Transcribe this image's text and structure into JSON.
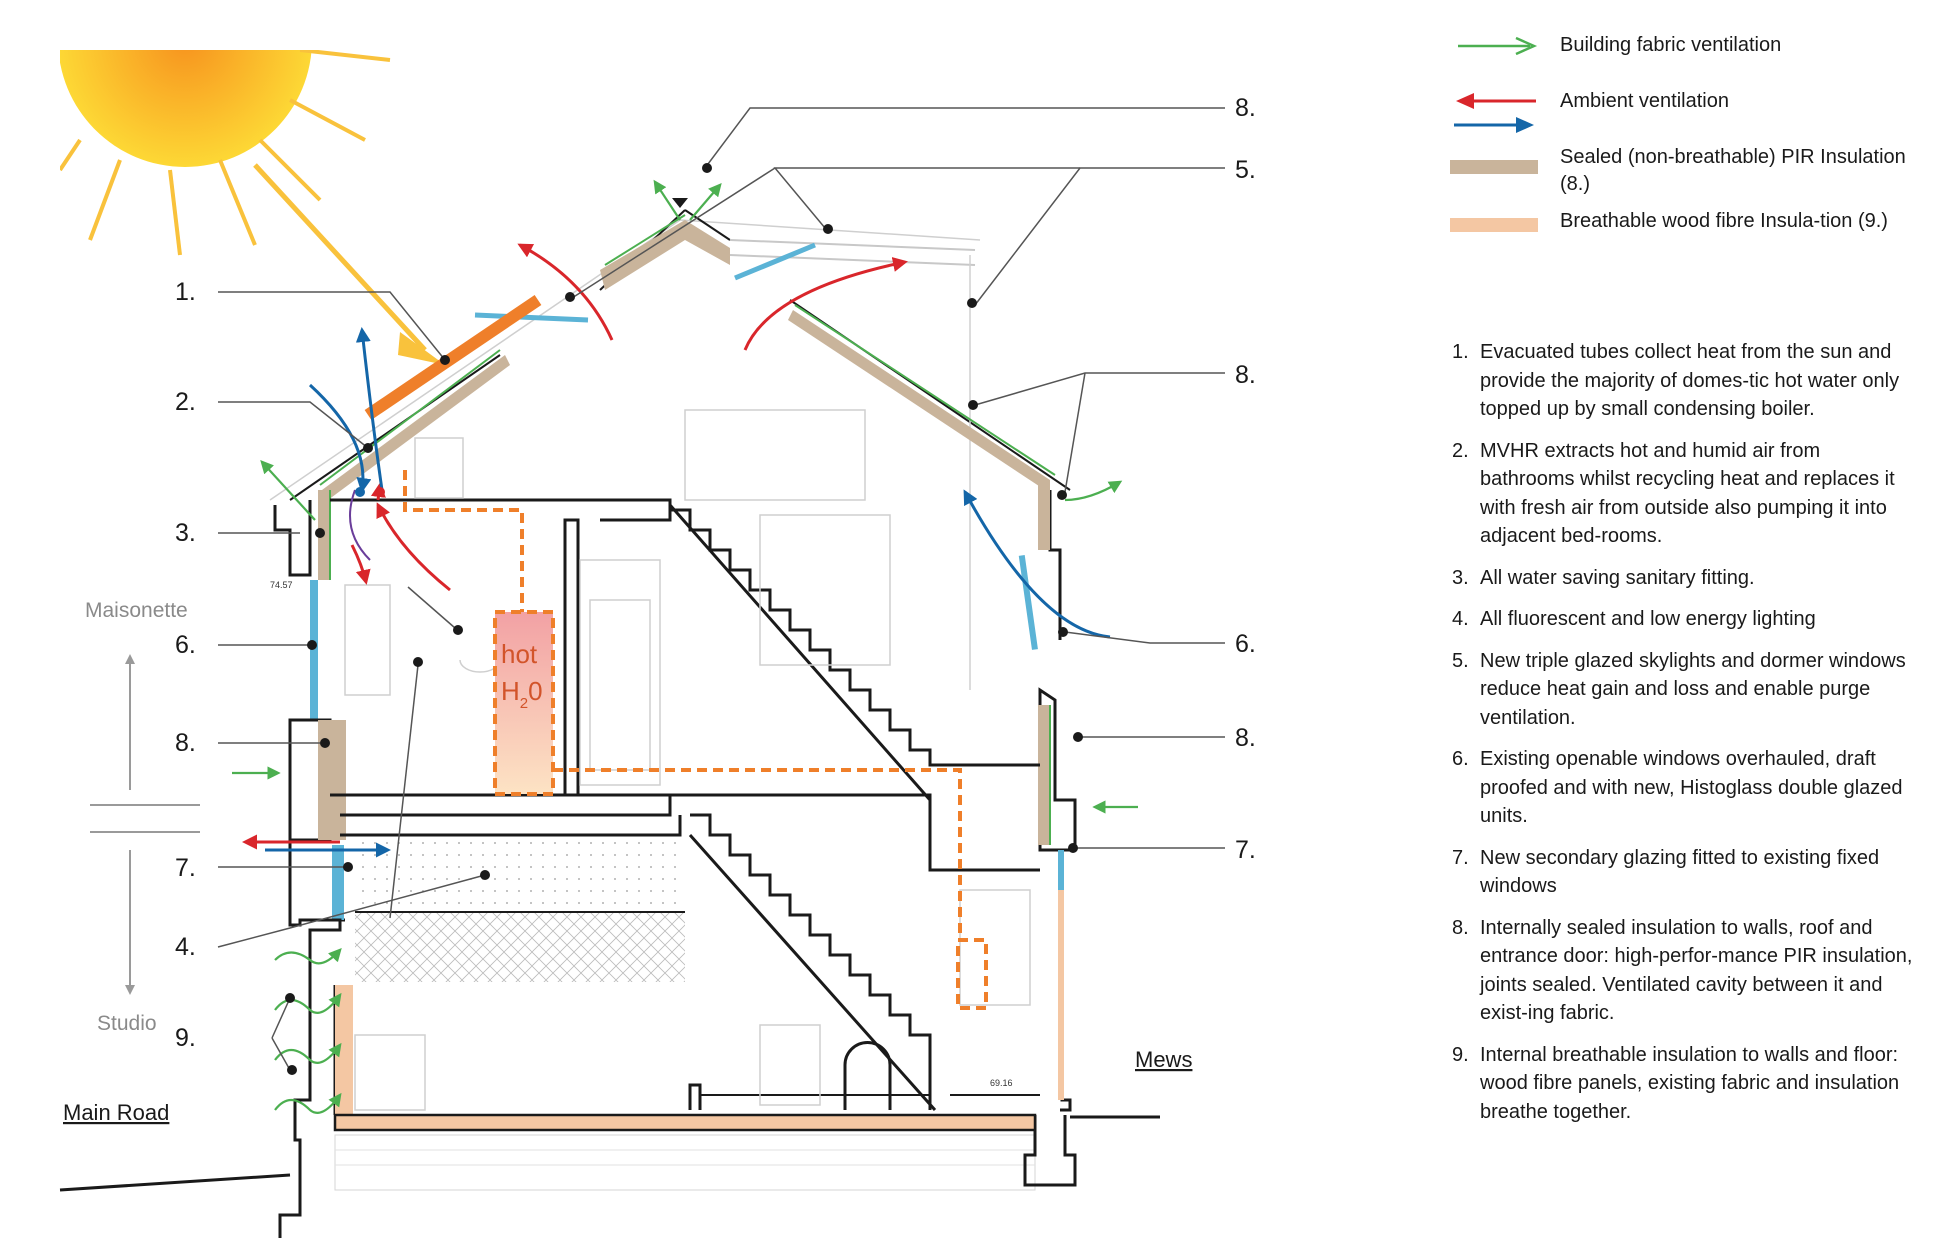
{
  "diagram": {
    "callouts_left": [
      "1.",
      "2.",
      "3.",
      "6.",
      "8.",
      "7.",
      "4.",
      "9."
    ],
    "callouts_right": [
      "8.",
      "5.",
      "8.",
      "6.",
      "8.",
      "7."
    ],
    "labels": {
      "maisonette": "Maisonette",
      "studio": "Studio",
      "main_road": "Main Road",
      "mews": "Mews",
      "hot": "hot",
      "h2o_h": "H",
      "h2o_sub": "2",
      "h2o_o": "0",
      "level_upper": "74.57",
      "level_lower": "69.16"
    },
    "colors": {
      "green_arrow": "#4caf50",
      "red_arrow": "#d9262b",
      "blue_arrow": "#1466a8",
      "pir_insulation": "#c9b49b",
      "wood_fibre": "#f4c7a3",
      "hot_water": "#ef7f2a",
      "glazing": "#5bb3d6"
    }
  },
  "legend": [
    {
      "icon": "green-arrow-icon",
      "text": "Building fabric ventilation"
    },
    {
      "icon": "red-blue-arrows-icon",
      "text": "Ambient ventilation"
    },
    {
      "icon": "pir-swatch",
      "text": "Sealed (non-breathable) PIR Insulation (8.)"
    },
    {
      "icon": "wood-fibre-swatch",
      "text": "Breathable wood fibre Insula-tion (9.)"
    }
  ],
  "notes": [
    {
      "num": "1.",
      "text": "Evacuated tubes collect heat from the sun and provide the majority of domes-tic hot water only topped up by small condensing boiler."
    },
    {
      "num": "2.",
      "text": "MVHR extracts hot and humid air from bathrooms whilst recycling heat and replaces it with fresh air from outside also pumping it into adjacent bed-rooms."
    },
    {
      "num": "3.",
      "text": "All water saving sanitary fitting."
    },
    {
      "num": "4.",
      "text": "All fluorescent and low energy lighting"
    },
    {
      "num": "5.",
      "text": "New triple glazed skylights and dormer windows reduce heat gain and loss and enable purge ventilation."
    },
    {
      "num": "6.",
      "text": "Existing openable windows overhauled, draft proofed and with new, Histoglass double glazed units."
    },
    {
      "num": "7.",
      "text": "New secondary glazing fitted to existing fixed windows"
    },
    {
      "num": "8.",
      "text": "Internally sealed insulation to walls, roof and entrance door: high-perfor-mance PIR insulation, joints sealed. Ventilated cavity between it and exist-ing fabric."
    },
    {
      "num": "9.",
      "text": "Internal breathable insulation to walls and floor: wood fibre panels, existing fabric and insulation breathe together."
    }
  ]
}
